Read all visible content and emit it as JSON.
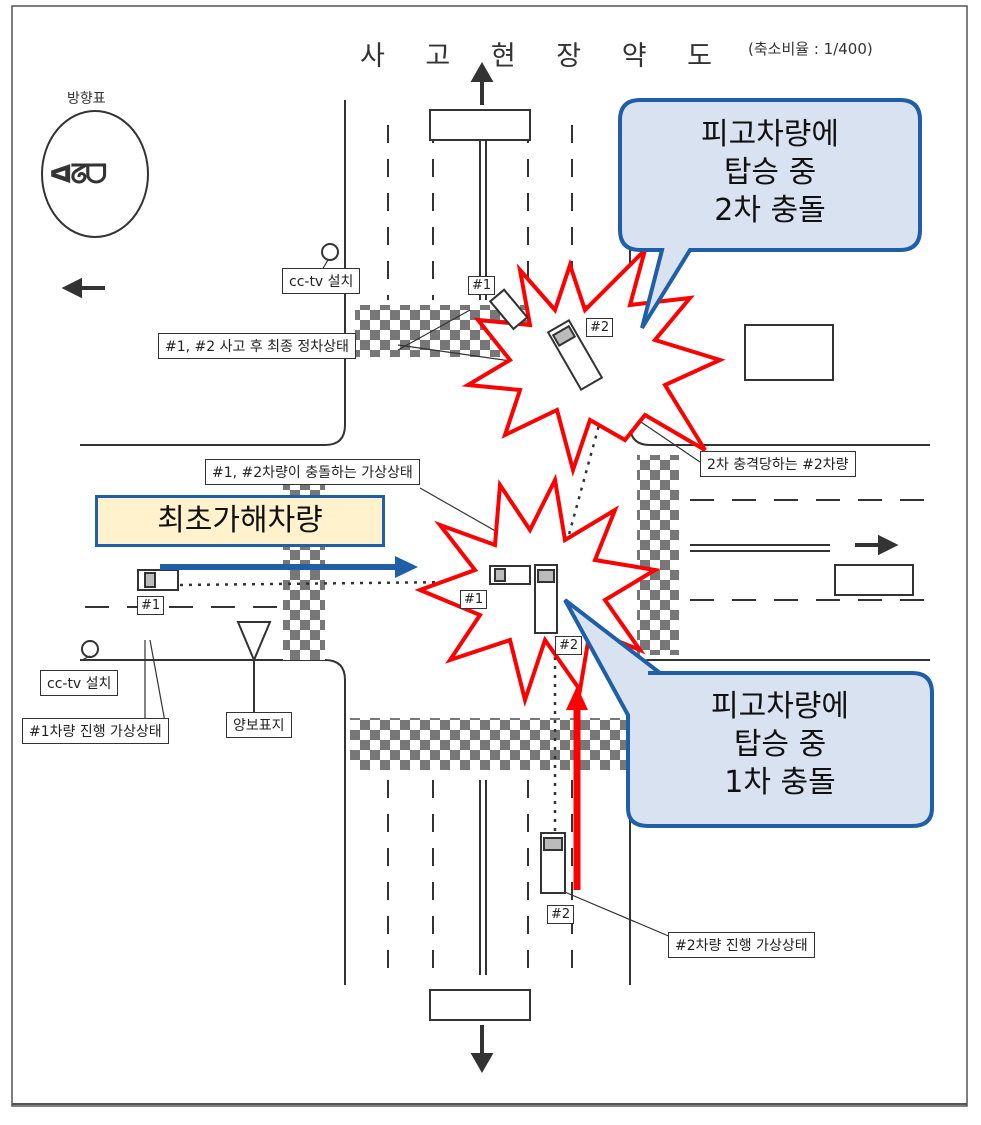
{
  "title": "사 고 현 장 약 도",
  "scale": "(축소비율 : 1/400)",
  "direction_label": "방향표",
  "compass_glyphs": "ᐊᘔᗜ",
  "labels": {
    "cctv_top": "cc-tv 설치",
    "cctv_left": "cc-tv 설치",
    "final_stop": "#1, #2 사고 후 최종 정차상태",
    "hypothetical_collision": "#1, #2차량이 충돌하는 가상상태",
    "second_impact": "2차 충격당하는 #2차량",
    "car1_progress": "#1차량 진행 가상상태",
    "yield_sign": "양보표지",
    "car2_progress": "#2차량 진행 가상상태"
  },
  "vehicle_tags": {
    "car1_start": "#1",
    "car1_collision": "#1",
    "car1_final": "#1",
    "car2_final": "#2",
    "car2_collision": "#2",
    "car2_start": "#2"
  },
  "callouts": {
    "top_right": [
      "피고차량에",
      "탑승 중",
      "2차 충돌"
    ],
    "bottom_right": [
      "피고차량에",
      "탑승 중",
      "1차 충돌"
    ],
    "initial_offender": "최초가해차량"
  },
  "colors": {
    "callout_fill": "#d9e2f1",
    "callout_border": "#1f5fa8",
    "highlight_fill": "#fff2cc",
    "burst_stroke": "#ff0000",
    "arrow_blue": "#1f5fa8",
    "arrow_red": "#ff0000"
  }
}
